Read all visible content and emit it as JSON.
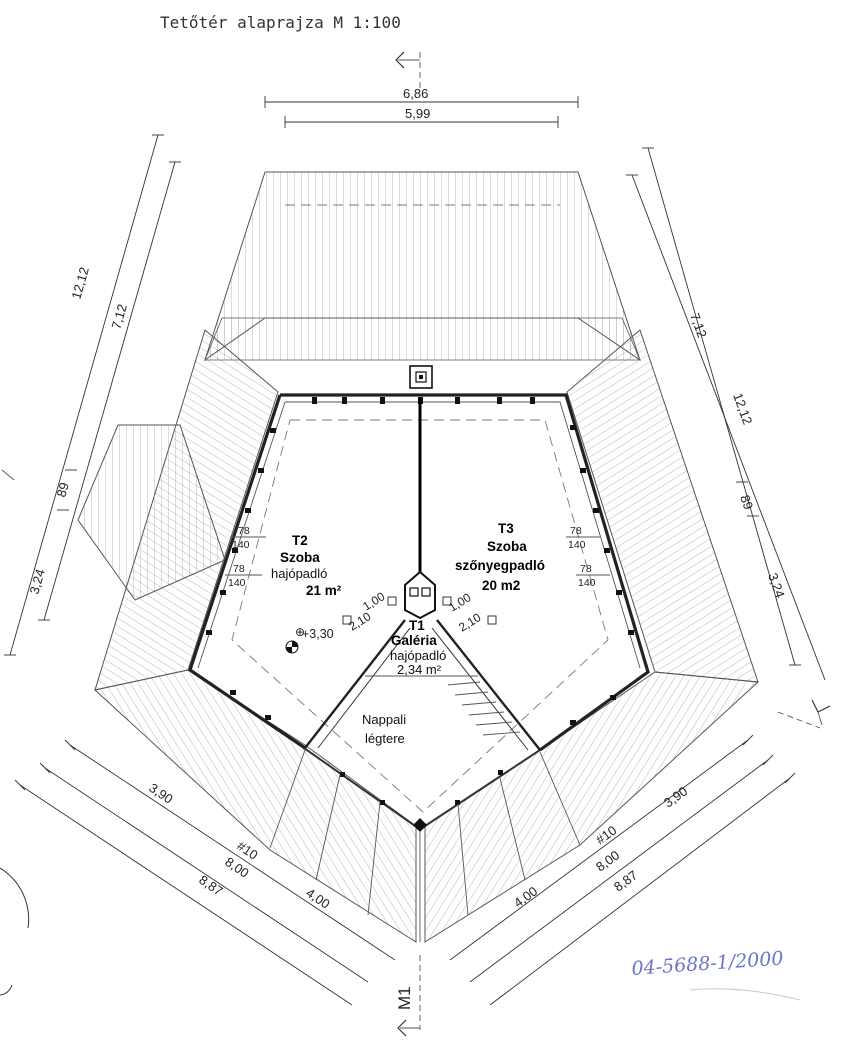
{
  "title": "Tetőtér alaprajza M 1:100",
  "dimensions": {
    "top_outer": "6,86",
    "top_inner": "5,99",
    "left_total": "12,12",
    "left_upper": "7,12",
    "left_mid": "89",
    "left_lower": "3,24",
    "right_upper": "7,12",
    "right_total": "12,12",
    "right_mid": "89",
    "right_lower": "3,24",
    "bl_short": "3,90",
    "bl_mid": "#10",
    "bl_800": "8,00",
    "bl_887": "8,87",
    "bl_400": "4,00",
    "br_short": "3,90",
    "br_mid": "#10",
    "br_800": "8,00",
    "br_887": "8,87",
    "br_400": "4,00"
  },
  "rooms": {
    "t2": {
      "code": "T2",
      "name": "Szoba",
      "floor": "hajópadló",
      "area": "21  m²"
    },
    "t3": {
      "code": "T3",
      "name": "Szoba",
      "floor": "szőnyegpadló",
      "area": "20 m2"
    },
    "t1": {
      "code": "T1",
      "name": "Galéria",
      "floor": "hajópadló",
      "area": "2,34 m²"
    },
    "void": {
      "line1": "Nappali",
      "line2": "légtere"
    }
  },
  "windows": {
    "left_a_w": "78",
    "left_a_h": "140",
    "left_b_w": "78",
    "left_b_h": "140",
    "right_a_w": "78",
    "right_a_h": "140",
    "right_b_w": "78",
    "right_b_h": "140"
  },
  "doors": {
    "left_w": "1,00",
    "left_h": "2,10",
    "right_w": "1,00",
    "right_h": "2,10"
  },
  "level": "+3,30",
  "section_label": "M1",
  "stamp_number": "04-5688-1/2000"
}
